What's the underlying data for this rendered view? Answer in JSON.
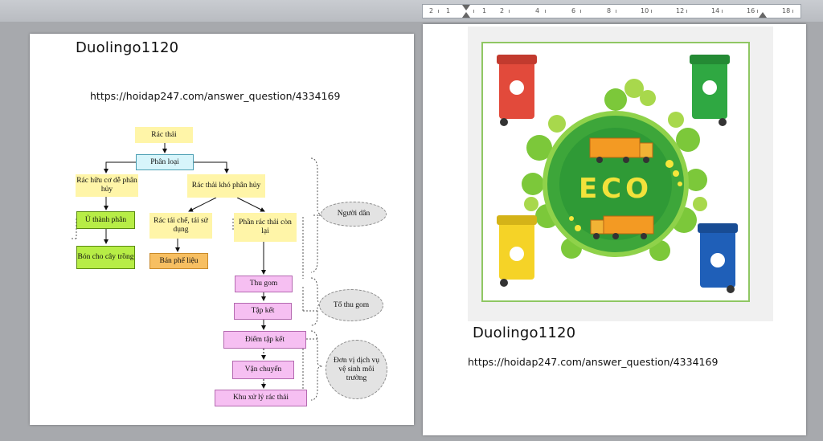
{
  "ruler": {
    "numbers": [
      "2",
      "1",
      "1",
      "2",
      "4",
      "6",
      "8",
      "10",
      "12",
      "14",
      "16",
      "18"
    ]
  },
  "left_page": {
    "title": "Duolingo1120",
    "url": "https://hoidap247.com/answer_question/4334169",
    "flow": {
      "rac_thai": "Rác thải",
      "phan_loai": "Phân loại",
      "huu_co": "Rác hữu cơ dễ phân hủy",
      "kho_phan_huy": "Rác thải khó phân hủy",
      "u_thanh_phan": "Ủ thành phân",
      "bon_cay": "Bón cho cây trồng",
      "tai_che": "Rác tái chế, tái sử dụng",
      "ban_phe_lieu": "Bán phế liệu",
      "phan_con_lai": "Phần rác thải còn lại",
      "thu_gom": "Thu gom",
      "tap_ket": "Tập kết",
      "diem_tap_ket": "Điểm tập kết",
      "van_chuyen": "Vận chuyển",
      "khu_xu_ly": "Khu xử lý rác thải"
    },
    "groups": {
      "nguoi_dan": "Người dân",
      "to_thu_gom": "Tổ thu gom",
      "don_vi": "Đơn vị dịch vụ vệ sinh môi trường"
    }
  },
  "right_page": {
    "eco_text": "ECO",
    "title": "Duolingo1120",
    "url": "https://hoidap247.com/answer_question/4334169",
    "bin_colors": {
      "red": "#e24a3b",
      "green": "#2fa842",
      "yellow": "#f5d327",
      "blue": "#1f5fb8"
    }
  }
}
